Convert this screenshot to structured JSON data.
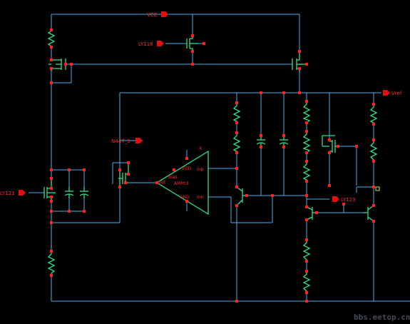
{
  "pins": {
    "vcc": "VCC",
    "ly118": "LY118",
    "vref": "Vref",
    "n447": "N447_5",
    "ly121": "LY121",
    "ly123": "LY123"
  },
  "amp": {
    "name": "AMP03",
    "out": "out",
    "bias": "Bias",
    "vdd": "VDD",
    "gnd": "GND",
    "inp": "inp",
    "inn": "inn",
    "marker": "X"
  },
  "watermark": "bbs.eetop.cn",
  "colors": {
    "background": "#000000",
    "wire": "#4ab0f0",
    "device": "#2ee08a",
    "node": "#ff2020",
    "label": "#ff2a2a",
    "amp_body": "#2ee08a",
    "watermark": "#44485a"
  }
}
